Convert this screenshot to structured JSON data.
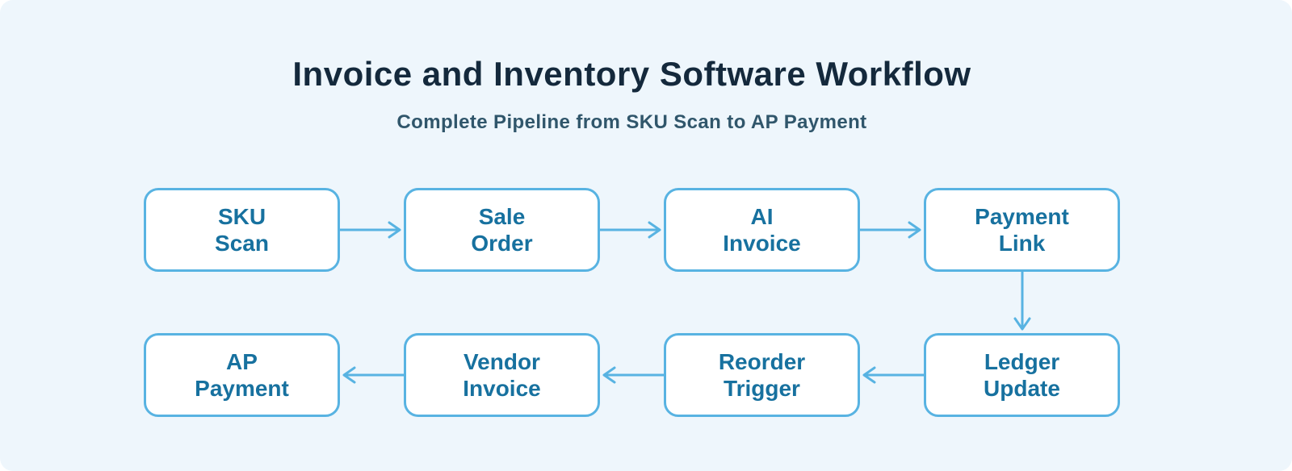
{
  "title": "Invoice and Inventory Software Workflow",
  "subtitle": "Complete Pipeline from SKU Scan to AP Payment",
  "colors": {
    "background": "#EEF6FC",
    "box_fill": "#FFFFFF",
    "box_border": "#58B3E2",
    "box_text": "#17719F",
    "arrow": "#58B3E2",
    "title_text": "#14293C",
    "subtitle_text": "#30566B"
  },
  "nodes": [
    {
      "id": "sku-scan",
      "lines": [
        "SKU",
        "Scan"
      ]
    },
    {
      "id": "sale-order",
      "lines": [
        "Sale",
        "Order"
      ]
    },
    {
      "id": "ai-invoice",
      "lines": [
        "AI",
        "Invoice"
      ]
    },
    {
      "id": "payment-link",
      "lines": [
        "Payment",
        "Link"
      ]
    },
    {
      "id": "ledger-update",
      "lines": [
        "Ledger",
        "Update"
      ]
    },
    {
      "id": "reorder-trigger",
      "lines": [
        "Reorder",
        "Trigger"
      ]
    },
    {
      "id": "vendor-invoice",
      "lines": [
        "Vendor",
        "Invoice"
      ]
    },
    {
      "id": "ap-payment",
      "lines": [
        "AP",
        "Payment"
      ]
    }
  ],
  "edges": [
    {
      "from": "SKU Scan",
      "to": "Sale Order",
      "direction": "right"
    },
    {
      "from": "Sale Order",
      "to": "AI Invoice",
      "direction": "right"
    },
    {
      "from": "AI Invoice",
      "to": "Payment Link",
      "direction": "right"
    },
    {
      "from": "Payment Link",
      "to": "Ledger Update",
      "direction": "down"
    },
    {
      "from": "Ledger Update",
      "to": "Reorder Trigger",
      "direction": "left"
    },
    {
      "from": "Reorder Trigger",
      "to": "Vendor Invoice",
      "direction": "left"
    },
    {
      "from": "Vendor Invoice",
      "to": "AP Payment",
      "direction": "left"
    }
  ]
}
